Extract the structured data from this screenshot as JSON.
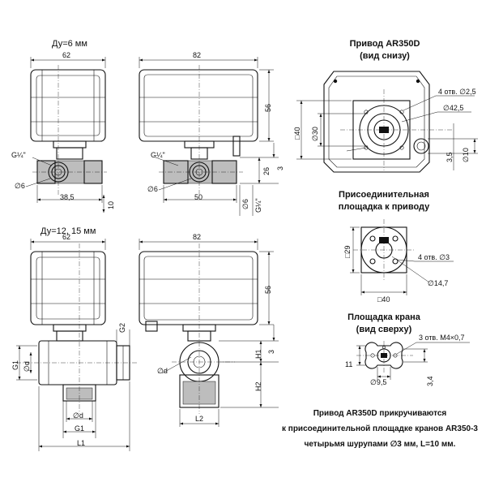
{
  "sections": {
    "dn6": "Ду=6 мм",
    "dn12_15": "Ду=12, 15 мм"
  },
  "actuator_bottom": {
    "title_line1": "Привод AR350D",
    "title_line2": "(вид снизу)",
    "holes": "4 отв. ∅2,5",
    "d42_5": "∅42,5",
    "sq40": "□40",
    "d30": "∅30",
    "d10": "∅10",
    "h3_5": "3,5"
  },
  "mount_plate": {
    "title_line1": "Присоединительная",
    "title_line2": "площадка к приводу",
    "sq29": "□29",
    "holes": "4 отв. ∅3",
    "d14_7": "∅14,7",
    "sq40": "□40"
  },
  "valve_pad": {
    "title_line1": "Площадка крана",
    "title_line2": "(вид сверху)",
    "holes": "3 отв. М4×0,7",
    "h11": "11",
    "d9_5": "∅9,5",
    "h3_4": "3,4"
  },
  "dims_dn6": {
    "w62": "62",
    "w82": "82",
    "h56": "56",
    "g14": "G¼\"",
    "g14b": "G¼\"",
    "d6a": "∅6",
    "d6b": "∅6",
    "d6c": "∅6",
    "w38_5": "38,5",
    "h10": "10",
    "w50": "50",
    "h26": "26",
    "h3": "3",
    "g14c": "G¼\""
  },
  "dims_dn12": {
    "w62": "62",
    "w82": "82",
    "h56": "56",
    "g2": "G2",
    "g1v": "G1",
    "dv": "∅d",
    "dh": "∅d",
    "g1h": "G1",
    "l1": "L1",
    "d_side": "∅d",
    "l2": "L2",
    "h1": "H1",
    "h3": "3",
    "h2": "H2"
  },
  "note": {
    "line1": "Привод AR350D прикручиваются",
    "line2": "к присоединительной площадке кранов AR350-3",
    "line3": "четырьмя шурупами ∅3 мм, L=10 мм."
  }
}
